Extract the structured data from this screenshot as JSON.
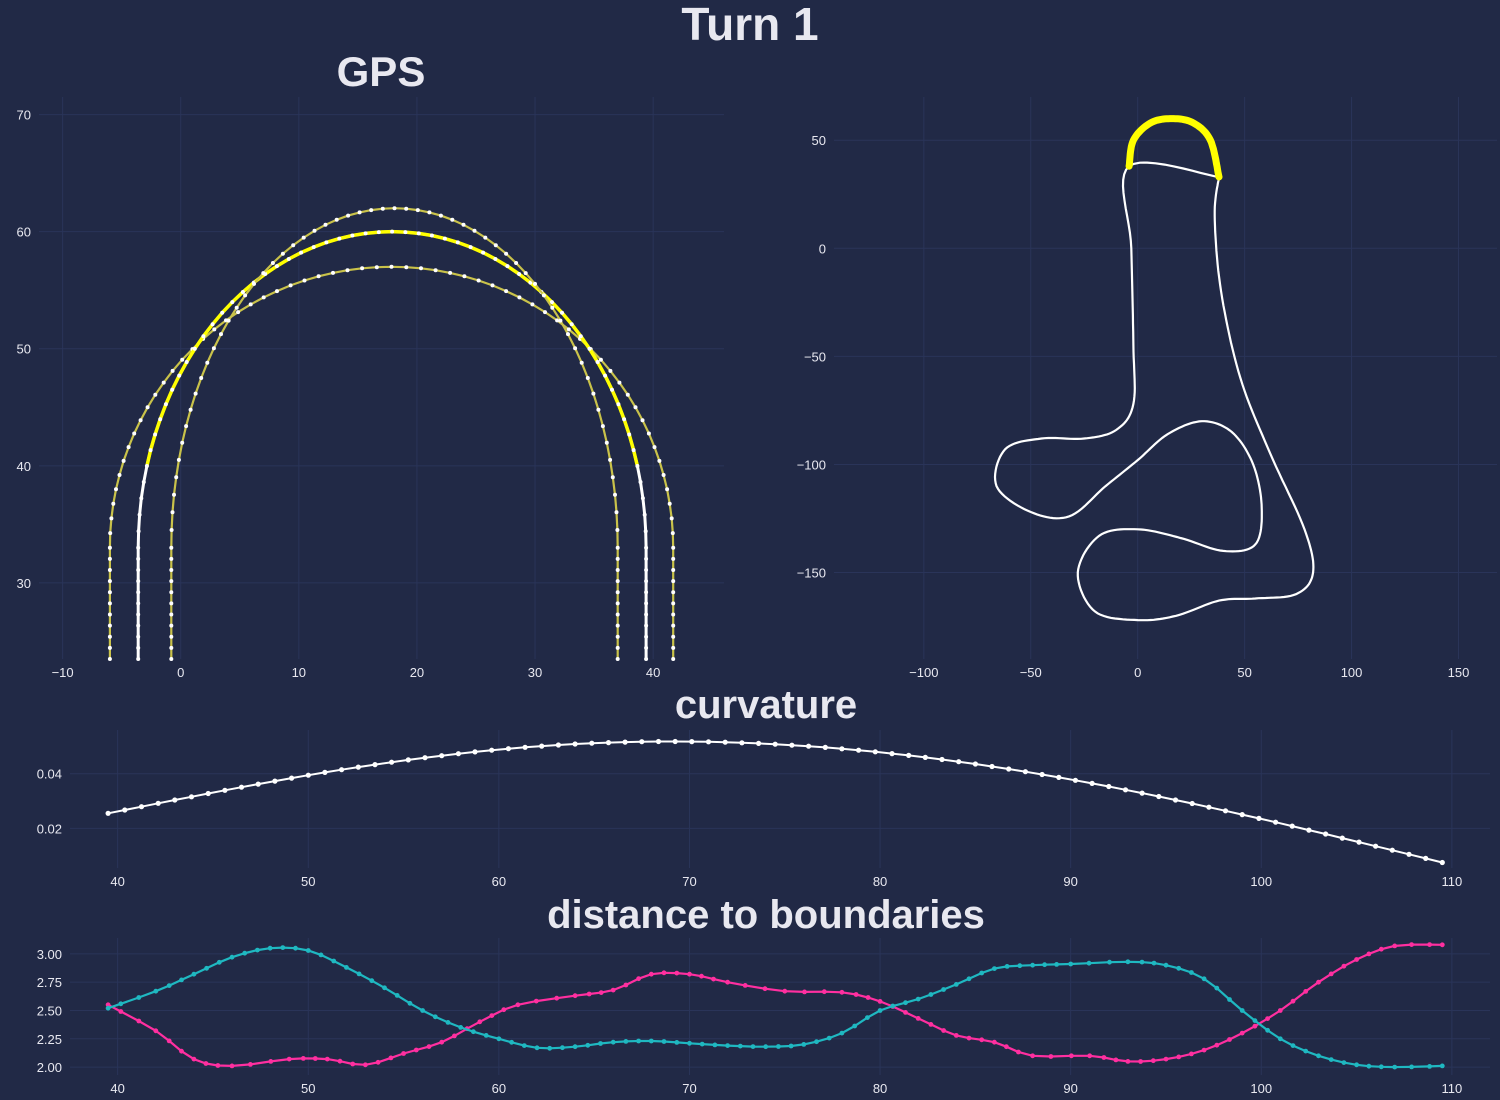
{
  "figure_title": "Turn 1",
  "colors": {
    "background": "#212946",
    "grid": "#2A3459",
    "text": "#e8e8f0",
    "highlight": "#ffff00",
    "track": "#ffffff",
    "pink": "#ff2fa0",
    "cyan": "#1fb8c1"
  },
  "chart_data": [
    {
      "id": "gps",
      "type": "scatter",
      "title": "GPS",
      "xlim": [
        -12,
        46
      ],
      "ylim": [
        23.5,
        71.5
      ],
      "xticks": [
        -10,
        0,
        10,
        20,
        30,
        40
      ],
      "yticks": [
        30,
        40,
        50,
        60,
        70
      ],
      "grid": true,
      "series": [
        {
          "role": "outer-boundary",
          "center": [
            18,
            33
          ],
          "radius": 24,
          "x_start": -6,
          "x_end": 41.7,
          "y_min": 23.5
        },
        {
          "role": "racing-line",
          "center": [
            16.5,
            33
          ],
          "radius": 27,
          "x_start": -3.6,
          "x_end": 39.4,
          "y_min": 23.5,
          "highlight_y_above": 39
        },
        {
          "role": "inner-boundary",
          "center": [
            15.5,
            33
          ],
          "radius": 29,
          "x_start": -0.8,
          "x_end": 37,
          "y_min": 23.5
        }
      ]
    },
    {
      "id": "track-map",
      "type": "line",
      "title": "",
      "xlim": [
        -142,
        168
      ],
      "ylim": [
        -190,
        70
      ],
      "xticks": [
        -100,
        -50,
        0,
        50,
        100,
        150
      ],
      "yticks": [
        -150,
        -100,
        -50,
        0,
        50
      ],
      "grid": true,
      "track_path": [
        [
          38,
          33
        ],
        [
          36,
          15
        ],
        [
          39,
          -20
        ],
        [
          48,
          -60
        ],
        [
          62,
          -95
        ],
        [
          78,
          -130
        ],
        [
          82,
          -150
        ],
        [
          74,
          -160
        ],
        [
          55,
          -162
        ],
        [
          38,
          -163
        ],
        [
          18,
          -170
        ],
        [
          0,
          -172
        ],
        [
          -20,
          -168
        ],
        [
          -28,
          -150
        ],
        [
          -18,
          -133
        ],
        [
          0,
          -130
        ],
        [
          20,
          -134
        ],
        [
          40,
          -140
        ],
        [
          55,
          -137
        ],
        [
          58,
          -120
        ],
        [
          54,
          -100
        ],
        [
          44,
          -85
        ],
        [
          30,
          -80
        ],
        [
          14,
          -86
        ],
        [
          0,
          -98
        ],
        [
          -15,
          -110
        ],
        [
          -32,
          -124
        ],
        [
          -50,
          -122
        ],
        [
          -66,
          -110
        ],
        [
          -62,
          -93
        ],
        [
          -45,
          -88
        ],
        [
          -25,
          -88
        ],
        [
          -10,
          -84
        ],
        [
          -2,
          -72
        ],
        [
          -2,
          -45
        ],
        [
          -3,
          0
        ],
        [
          -4,
          38
        ]
      ],
      "highlight_path": [
        [
          -4,
          38
        ],
        [
          -2,
          50
        ],
        [
          6,
          58
        ],
        [
          16,
          60
        ],
        [
          26,
          58
        ],
        [
          34,
          50
        ],
        [
          38,
          33
        ]
      ]
    },
    {
      "id": "curvature",
      "type": "line",
      "title": "curvature",
      "xlim": [
        37.5,
        112
      ],
      "ylim": [
        0.0055,
        0.056
      ],
      "xticks": [
        40,
        50,
        60,
        70,
        80,
        90,
        100,
        110
      ],
      "yticks": [
        0.02,
        0.04
      ],
      "ytick_labels": [
        "0.02",
        "0.04"
      ],
      "grid": true,
      "x": [
        39.5,
        109.5
      ],
      "peak_x": 69,
      "peak_y": 0.0518,
      "start_y": 0.0255,
      "end_y": 0.0075
    },
    {
      "id": "distance",
      "type": "line",
      "title": "distance to boundaries",
      "xlim": [
        37.5,
        112
      ],
      "ylim": [
        1.93,
        3.14
      ],
      "xticks": [
        40,
        50,
        60,
        70,
        80,
        90,
        100,
        110
      ],
      "yticks": [
        2.0,
        2.25,
        2.5,
        2.75,
        3.0
      ],
      "ytick_labels": [
        "2.00",
        "2.25",
        "2.50",
        "2.75",
        "3.00"
      ],
      "grid": true,
      "series": [
        {
          "name": "",
          "color": "pink",
          "points": [
            [
              39.5,
              2.55
            ],
            [
              42,
              2.32
            ],
            [
              44,
              2.07
            ],
            [
              46,
              2.01
            ],
            [
              49,
              2.07
            ],
            [
              51,
              2.07
            ],
            [
              53,
              2.02
            ],
            [
              55,
              2.12
            ],
            [
              57,
              2.22
            ],
            [
              59,
              2.4
            ],
            [
              61,
              2.55
            ],
            [
              64,
              2.63
            ],
            [
              66,
              2.68
            ],
            [
              68,
              2.82
            ],
            [
              70,
              2.82
            ],
            [
              72,
              2.75
            ],
            [
              75,
              2.67
            ],
            [
              78,
              2.66
            ],
            [
              80,
              2.58
            ],
            [
              82,
              2.43
            ],
            [
              84,
              2.28
            ],
            [
              86,
              2.22
            ],
            [
              88,
              2.1
            ],
            [
              91,
              2.1
            ],
            [
              93,
              2.05
            ],
            [
              95,
              2.07
            ],
            [
              97,
              2.15
            ],
            [
              99,
              2.3
            ],
            [
              101,
              2.5
            ],
            [
              103,
              2.75
            ],
            [
              105,
              2.95
            ],
            [
              107,
              3.07
            ],
            [
              109.5,
              3.08
            ]
          ]
        },
        {
          "name": "",
          "color": "cyan",
          "points": [
            [
              39.5,
              2.52
            ],
            [
              42,
              2.67
            ],
            [
              44,
              2.82
            ],
            [
              46,
              2.97
            ],
            [
              48,
              3.05
            ],
            [
              50,
              3.03
            ],
            [
              52,
              2.88
            ],
            [
              54,
              2.7
            ],
            [
              56,
              2.5
            ],
            [
              58,
              2.35
            ],
            [
              60,
              2.25
            ],
            [
              62,
              2.17
            ],
            [
              64,
              2.18
            ],
            [
              66,
              2.22
            ],
            [
              68,
              2.23
            ],
            [
              70,
              2.21
            ],
            [
              72,
              2.19
            ],
            [
              74,
              2.18
            ],
            [
              76,
              2.2
            ],
            [
              78,
              2.3
            ],
            [
              80,
              2.5
            ],
            [
              82,
              2.6
            ],
            [
              84,
              2.73
            ],
            [
              86,
              2.87
            ],
            [
              88,
              2.9
            ],
            [
              90,
              2.91
            ],
            [
              93,
              2.93
            ],
            [
              95,
              2.9
            ],
            [
              97,
              2.78
            ],
            [
              99,
              2.5
            ],
            [
              101,
              2.25
            ],
            [
              103,
              2.1
            ],
            [
              105,
              2.02
            ],
            [
              107,
              2.0
            ],
            [
              109.5,
              2.01
            ]
          ]
        }
      ]
    }
  ]
}
